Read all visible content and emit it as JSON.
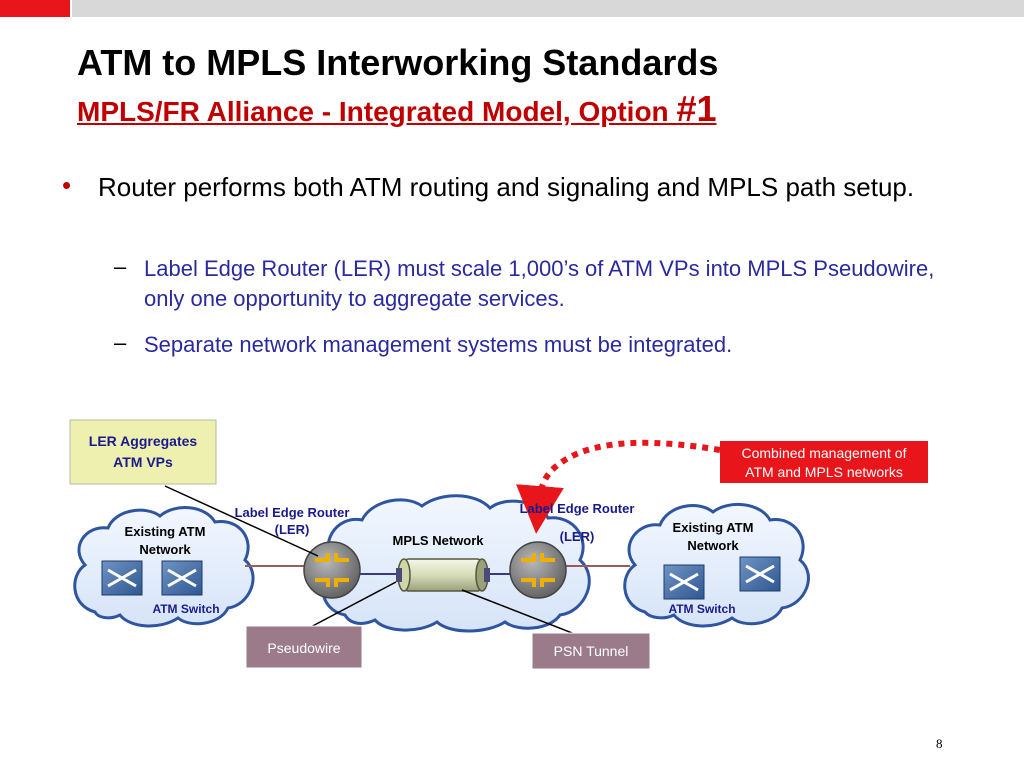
{
  "slide": {
    "title": "ATM to MPLS Interworking Standards",
    "subtitle_main": "MPLS/FR Alliance - Integrated Model, Option ",
    "subtitle_num": "#1",
    "bullet": "•",
    "bullet_text": "Router performs both ATM routing and signaling and MPLS path setup.",
    "dash": "–",
    "sub_bullets": [
      "Label Edge Router (LER) must scale 1,000’s of ATM VPs into MPLS Pseudowire, only one opportunity to aggregate services.",
      "Separate network management systems must be integrated."
    ],
    "page_number": "8"
  },
  "diagram": {
    "ler_aggregates_line1": "LER Aggregates",
    "ler_aggregates_line2": "ATM VPs",
    "combined_line1": "Combined management of",
    "combined_line2": "ATM and MPLS networks",
    "left_ler_line1": "Label Edge Router",
    "left_ler_line2": "(LER)",
    "right_ler_line1": "Label Edge Router",
    "right_ler_line2": "(LER)",
    "mpls_network": "MPLS Network",
    "left_atm_line1": "Existing ATM",
    "left_atm_line2": "Network",
    "right_atm_line1": "Existing ATM",
    "right_atm_line2": "Network",
    "left_atm_switch": "ATM Switch",
    "right_atm_switch": "ATM Switch",
    "pseudowire": "Pseudowire",
    "psn_tunnel": "PSN Tunnel",
    "colors": {
      "accent_red": "#c00000",
      "label_blue": "#1a1a8c",
      "callout_mauve": "#9b7b8a",
      "note_yellow": "#eef0b0"
    }
  }
}
